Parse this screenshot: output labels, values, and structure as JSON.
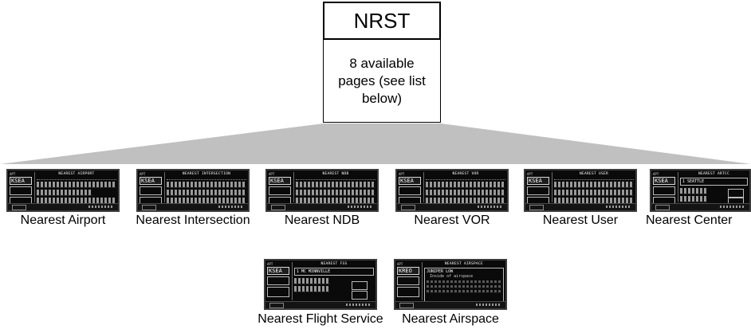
{
  "key": {
    "label": "NRST"
  },
  "description": {
    "text": "8 available pages (see list below)"
  },
  "pages": [
    {
      "label": "Nearest Airport",
      "screen_title": "NEAREST AIRPORT",
      "ident": "KSEA"
    },
    {
      "label": "Nearest Intersection",
      "screen_title": "NEAREST INTERSECTION",
      "ident": "KSEA"
    },
    {
      "label": "Nearest NDB",
      "screen_title": "NEAREST NDB",
      "ident": "KSEA"
    },
    {
      "label": "Nearest VOR",
      "screen_title": "NEAREST VOR",
      "ident": "KSEA"
    },
    {
      "label": "Nearest User",
      "screen_title": "NEAREST USER",
      "ident": "KSEA"
    },
    {
      "label": "Nearest Center",
      "screen_title": "NEAREST ARTCC",
      "ident": "KSEA",
      "artcc_name": "1 SEATTLE"
    },
    {
      "label": "Nearest Flight Service",
      "screen_title": "NEAREST FSS",
      "ident": "KSEA",
      "fss_name": "1 MC MINNVILLE"
    },
    {
      "label": "Nearest Airspace",
      "screen_title": "NEAREST AIRSPACE",
      "ident": "KREO",
      "airspace_name": "JUNIPER LOW",
      "airspace_status": "Inside of airspace"
    }
  ],
  "colors": {
    "fan": "#c0c0c0",
    "screen_bg": "#0a0a0a",
    "screen_text": "#f2f2f2"
  }
}
